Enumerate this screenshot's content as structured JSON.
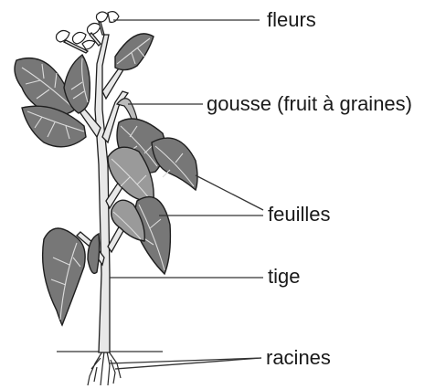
{
  "labels": {
    "flowers": "fleurs",
    "pod": "gousse (fruit à graines)",
    "leaves": "feuilles",
    "stem": "tige",
    "roots": "racines"
  },
  "colors": {
    "leaf_fill": "#777777",
    "outline": "#1e1e1e",
    "background": "#ffffff"
  }
}
